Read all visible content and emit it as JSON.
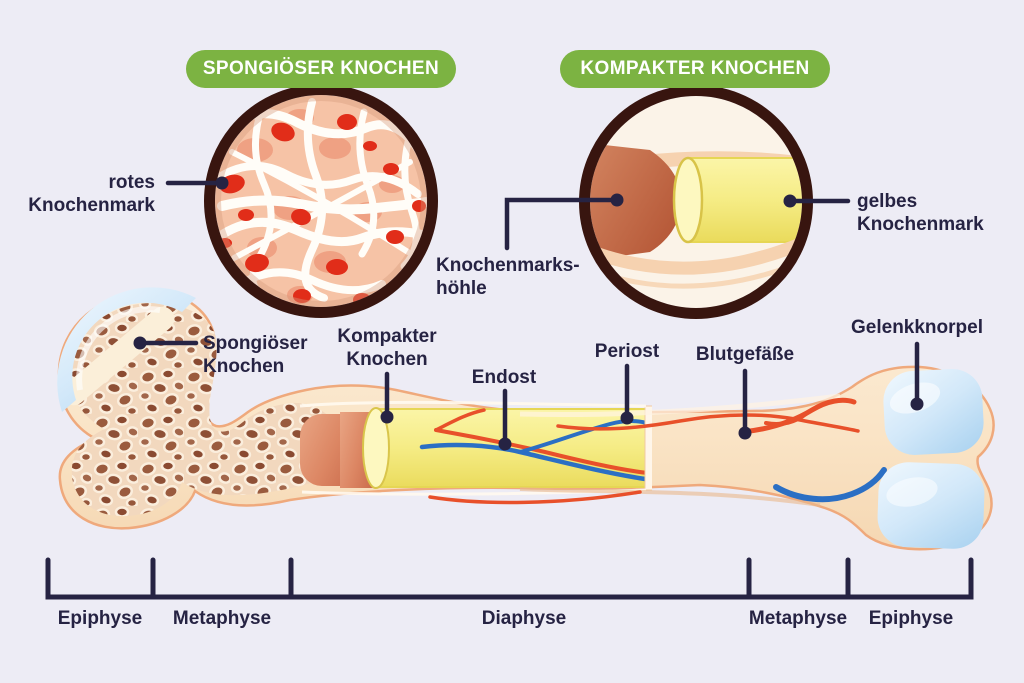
{
  "badges": {
    "spongy_bone": "SPONGIÖSER KNOCHEN",
    "compact_bone": "KOMPAKTER KNOCHEN"
  },
  "inset_labels": {
    "red_marrow": {
      "line1": "rotes",
      "line2": "Knochenmark"
    },
    "yellow_marrow": {
      "line1": "gelbes",
      "line2": "Knochenmark"
    },
    "marrow_cavity": {
      "line1": "Knochenmarks-",
      "line2": "höhle"
    }
  },
  "bone_labels": {
    "spongy_bone": {
      "line1": "Spongiöser",
      "line2": "Knochen"
    },
    "compact_bone": {
      "line1": "Kompakter",
      "line2": "Knochen"
    },
    "endosteum": "Endost",
    "periosteum": "Periost",
    "blood_vessels": "Blutgefäße",
    "articular_cartilage": "Gelenkknorpel"
  },
  "region_labels": [
    "Epiphyse",
    "Metaphyse",
    "Diaphyse",
    "Metaphyse",
    "Epiphyse"
  ],
  "colors": {
    "background": "#EDECF5",
    "text": "#262343",
    "badge_green": "#7CB342",
    "badge_text": "#FFFFFF",
    "inset_ring": "#38150F",
    "bone_cream": "#FBEAD2",
    "bone_outline": "#EFA97C",
    "spongy_brown": "#9A5B3E",
    "red_marrow": "#D2694A",
    "red_marrow_spot": "#E12D19",
    "yellow_marrow": "#F5EC85",
    "cartilage_blue": "#BBDCF4",
    "artery_red": "#E8502A",
    "vein_blue": "#2B6FC4"
  }
}
